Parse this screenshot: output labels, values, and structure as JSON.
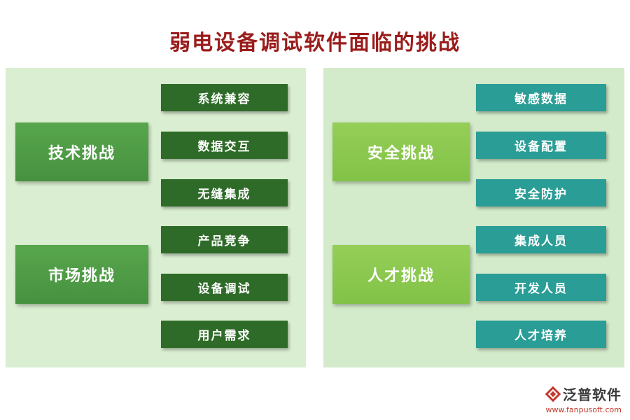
{
  "title": "弱电设备调试软件面临的挑战",
  "left_panel": {
    "groups": [
      {
        "label": "技术挑战",
        "items": [
          "系统兼容",
          "数据交互",
          "无缝集成"
        ]
      },
      {
        "label": "市场挑战",
        "items": [
          "产品竞争",
          "设备调试",
          "用户需求"
        ]
      }
    ]
  },
  "right_panel": {
    "groups": [
      {
        "label": "安全挑战",
        "items": [
          "敏感数据",
          "设备配置",
          "安全防护"
        ]
      },
      {
        "label": "人才挑战",
        "items": [
          "集成人员",
          "开发人员",
          "人才培养"
        ]
      }
    ]
  },
  "footer": {
    "brand": "泛普软件",
    "url": "www.fanpusoft.com"
  },
  "colors": {
    "title_text": "#9b1c1c",
    "left_panel_bg": "#daeed1",
    "right_panel_bg": "#d3ebca",
    "left_category_bg": "#4a9842",
    "left_item_bg": "#2f6b28",
    "right_category_bg": "#8ac84e",
    "right_item_bg": "#2a9d96",
    "box_text": "#ffffff",
    "brand_text": "#3b3b3b",
    "url_text": "#c0392b"
  }
}
